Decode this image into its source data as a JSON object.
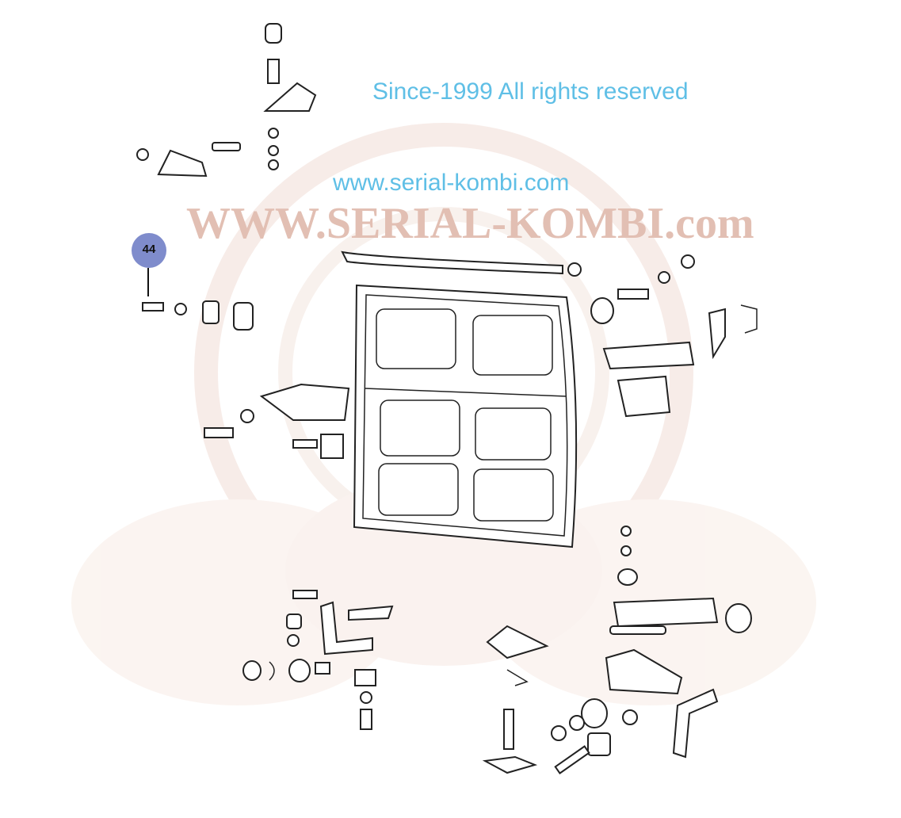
{
  "diagram": {
    "title": "Sliding door assembly exploded view",
    "callouts": [
      {
        "label": "44"
      }
    ],
    "watermark": {
      "url_small": "www.serial-kombi.com",
      "copyright": "Since-1999 All rights reserved",
      "url_large": "WWW.SERIAL-KOMBI.com"
    },
    "colors": {
      "callout": "#7f8ccc",
      "watermark_text": "#8fd3f0",
      "watermark_logo": "#f4e4de"
    }
  }
}
